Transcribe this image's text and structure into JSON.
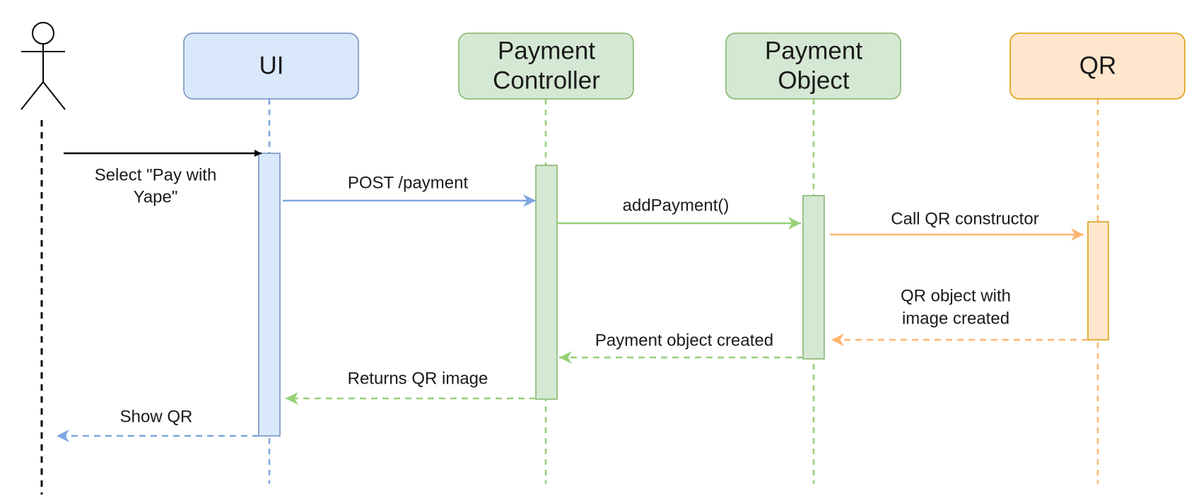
{
  "colors": {
    "actor": "#000000",
    "ui_fill": "#dae8fc",
    "ui_stroke": "#6c8ebf",
    "ui_arrow": "#7ea6e0",
    "green_fill": "#d5e8d4",
    "green_stroke": "#82b366",
    "green_arrow": "#97d077",
    "orange_fill": "#ffe6cc",
    "orange_stroke": "#d79b00",
    "orange_arrow": "#ffb570"
  },
  "participants": [
    {
      "id": "ui",
      "title_lines": [
        "UI"
      ]
    },
    {
      "id": "controller",
      "title_lines": [
        "Payment",
        "Controller"
      ]
    },
    {
      "id": "object",
      "title_lines": [
        "Payment",
        "Object"
      ]
    },
    {
      "id": "qr",
      "title_lines": [
        "QR"
      ]
    }
  ],
  "messages": [
    {
      "id": "select",
      "from": "actor",
      "to": "ui",
      "style": "solid",
      "label_lines": [
        "Select \"Pay with",
        "Yape\""
      ]
    },
    {
      "id": "post",
      "from": "ui",
      "to": "controller",
      "style": "solid",
      "label_lines": [
        "POST /payment"
      ]
    },
    {
      "id": "add",
      "from": "controller",
      "to": "object",
      "style": "solid",
      "label_lines": [
        "addPayment()"
      ]
    },
    {
      "id": "call_qr",
      "from": "object",
      "to": "qr",
      "style": "solid",
      "label_lines": [
        "Call QR constructor"
      ]
    },
    {
      "id": "qr_created",
      "from": "qr",
      "to": "object",
      "style": "dashed",
      "label_lines": [
        "QR object with",
        "image created"
      ]
    },
    {
      "id": "payment_created",
      "from": "object",
      "to": "controller",
      "style": "dashed",
      "label_lines": [
        "Payment object created"
      ]
    },
    {
      "id": "returns_qr",
      "from": "controller",
      "to": "ui",
      "style": "dashed",
      "label_lines": [
        "Returns QR image"
      ]
    },
    {
      "id": "show_qr",
      "from": "ui",
      "to": "actor",
      "style": "dashed",
      "label_lines": [
        "Show QR"
      ]
    }
  ]
}
